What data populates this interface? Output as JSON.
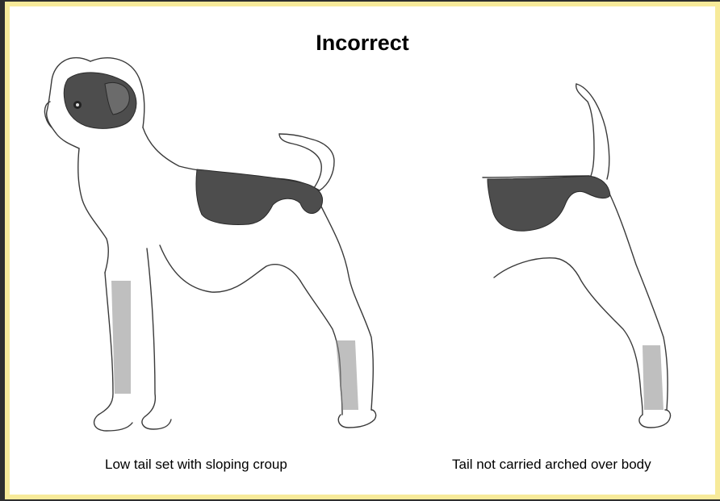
{
  "title": "Incorrect",
  "figures": [
    {
      "caption": "Low tail set with sloping croup",
      "icon": "dog-full-body-sketch"
    },
    {
      "caption": "Tail not carried arched over body",
      "icon": "dog-hindquarters-sketch"
    }
  ],
  "colors": {
    "frame": "#f7ea9a",
    "background": "#ffffff",
    "outer": "#2e2e2e"
  }
}
